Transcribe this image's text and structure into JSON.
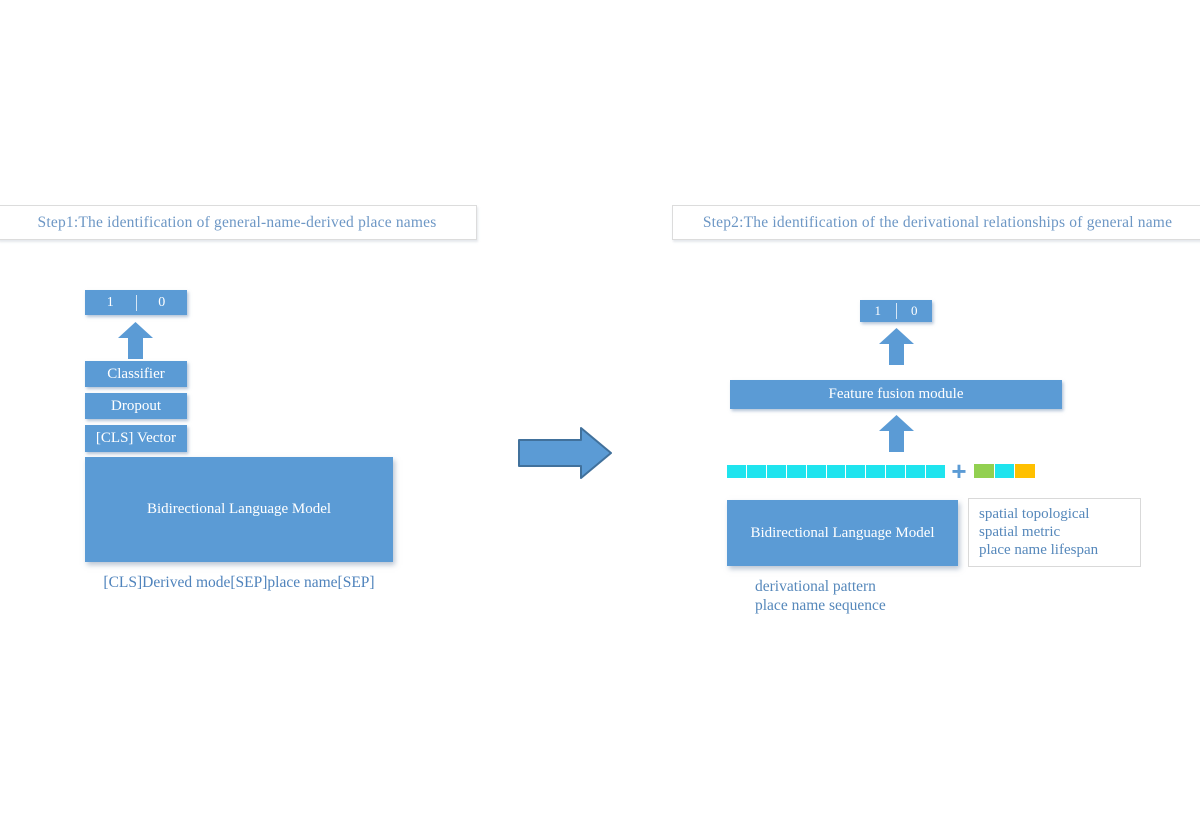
{
  "colors": {
    "box_blue": "#5b9bd5",
    "arrow_border": "#41719c",
    "header_text": "#6d97c5",
    "caption_text": "#4f83bc",
    "cyan": "#1fe4ee",
    "green": "#92d050",
    "orange": "#ffc000"
  },
  "step1": {
    "header": "Step1:The identification of general-name-derived place names",
    "output_cells": [
      "1",
      "0"
    ],
    "stack": {
      "classifier": "Classifier",
      "dropout": "Dropout",
      "cls_vector": "[CLS] Vector"
    },
    "model_label": "Bidirectional Language Model",
    "input_caption": "[CLS]Derived mode[SEP]place name[SEP]"
  },
  "step2": {
    "header": "Step2:The identification of the derivational relationships of general name",
    "output_cells": [
      "1",
      "0"
    ],
    "fusion_label": "Feature fusion module",
    "plus_sign": "+",
    "semantic_vector": {
      "segments": 11,
      "color": "#1fe4ee"
    },
    "feature_vector_colors": [
      "#92d050",
      "#1fe4ee",
      "#ffc000"
    ],
    "model_label": "Bidirectional Language Model",
    "feature_lines": [
      "spatial topological",
      "spatial metric",
      "place name lifespan"
    ],
    "input_caption_lines": [
      "derivational pattern",
      "place name sequence"
    ]
  }
}
